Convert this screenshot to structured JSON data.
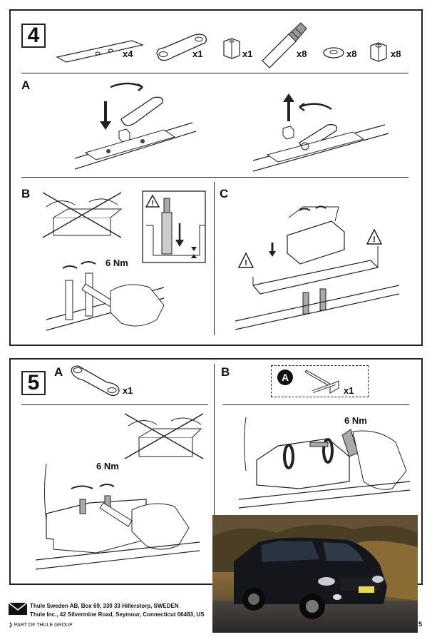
{
  "step4": {
    "number": "4",
    "parts": [
      {
        "name": "rubber-pad-icon",
        "qty": "x4"
      },
      {
        "name": "adapter-plate-icon",
        "qty": "x1"
      },
      {
        "name": "nut-icon",
        "qty": "x1"
      },
      {
        "name": "bolt-icon",
        "qty": "x8"
      },
      {
        "name": "washer-icon",
        "qty": "x8"
      },
      {
        "name": "hex-nut-icon",
        "qty": "x8"
      }
    ],
    "section_a": "A",
    "section_b": "B",
    "section_c": "C",
    "torque_b": "6 Nm"
  },
  "step5": {
    "number": "5",
    "section_a": "A",
    "section_b": "B",
    "part_a_qty": "x1",
    "tool_callout": "A",
    "tool_qty": "x1",
    "torque_a": "6 Nm",
    "torque_b": "6 Nm"
  },
  "footer": {
    "line1": "Thule Sweden AB, Box 69, 330 33 Hillerstorp, SWEDEN",
    "line2": "Thule Inc., 42 Silvermine Road, Seymour, Connecticut 06483, US",
    "group": "PART OF THULE GROUP",
    "page": "5"
  },
  "colors": {
    "line": "#222222",
    "warning": "#111111"
  }
}
